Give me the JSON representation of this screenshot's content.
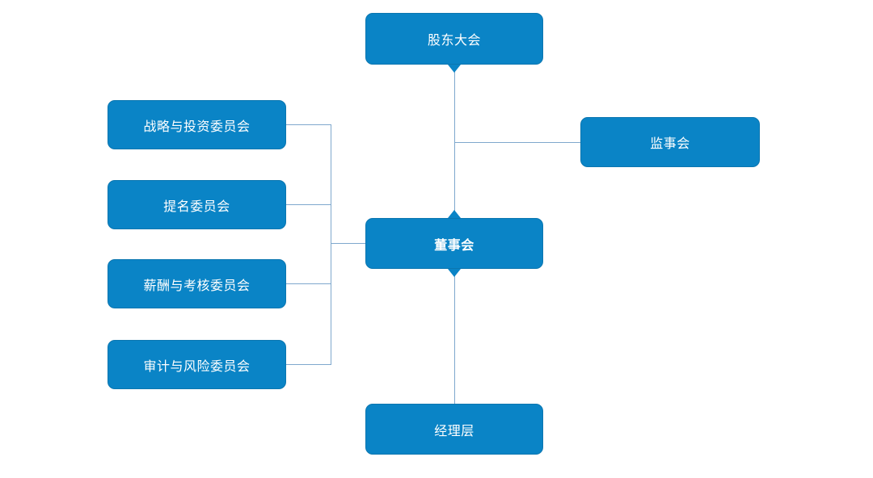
{
  "diagram": {
    "type": "org-chart",
    "nodes": {
      "shareholders": {
        "label": "股东大会"
      },
      "supervisory": {
        "label": "监事会"
      },
      "board": {
        "label": "董事会",
        "emphasis": "bold"
      },
      "management": {
        "label": "经理层"
      }
    },
    "committees": [
      {
        "label": "战略与投资委员会"
      },
      {
        "label": "提名委员会"
      },
      {
        "label": "薪酬与考核委员会"
      },
      {
        "label": "审计与风险委员会"
      }
    ],
    "edges": [
      {
        "from": "股东大会",
        "to": "董事会"
      },
      {
        "from": "股东大会",
        "to": "监事会"
      },
      {
        "from": "董事会",
        "to": "经理层"
      },
      {
        "from": "董事会",
        "to": "战略与投资委员会"
      },
      {
        "from": "董事会",
        "to": "提名委员会"
      },
      {
        "from": "董事会",
        "to": "薪酬与考核委员会"
      },
      {
        "from": "董事会",
        "to": "审计与风险委员会"
      }
    ]
  },
  "colors": {
    "node_fill": "#0a84c6",
    "node_border": "#0b76b0",
    "node_text": "#ffffff",
    "connector": "#7fa8cd"
  }
}
